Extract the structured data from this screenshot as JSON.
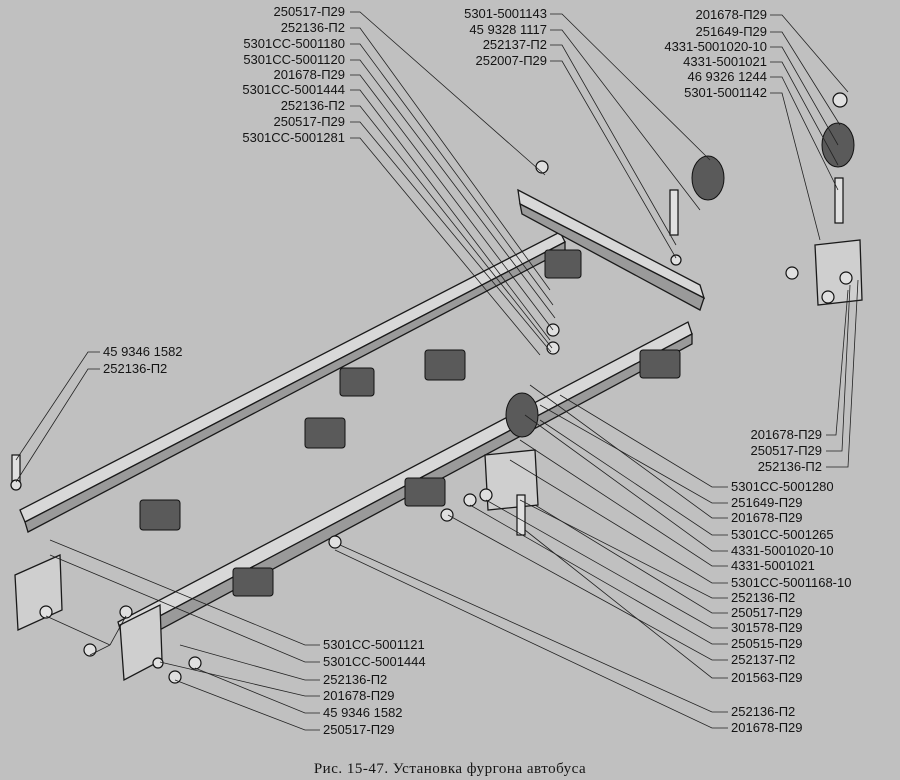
{
  "caption": "Рис. 15-47. Установка фургона автобуса",
  "callouts": {
    "top_left": [
      "250517-П29",
      "252136-П2",
      "5301СС-5001180",
      "5301СС-5001120",
      "201678-П29",
      "5301СС-5001444",
      "252136-П2",
      "250517-П29",
      "5301СС-5001281"
    ],
    "top_center": [
      "5301-5001143",
      "45 9328 1117",
      "252137-П2",
      "252007-П29"
    ],
    "top_right": [
      "201678-П29",
      "251649-П29",
      "4331-5001020-10",
      "4331-5001021",
      "46 9326 1244",
      "5301-5001142"
    ],
    "left": [
      "45 9346 1582",
      "252136-П2"
    ],
    "right_upper": [
      "201678-П29",
      "250517-П29",
      "252136-П2"
    ],
    "right_lower": [
      "5301СС-5001280",
      "251649-П29",
      "201678-П29",
      "5301СС-5001265",
      "4331-5001020-10",
      "4331-5001021",
      "5301СС-5001168-10",
      "252136-П2",
      "250517-П29",
      "301578-П29",
      "250515-П29",
      "252137-П2",
      "201563-П29",
      "252136-П2",
      "201678-П29"
    ],
    "bottom": [
      "5301СС-5001121",
      "5301СС-5001444",
      "252136-П2",
      "201678-П29",
      "45 9346 1582",
      "250517-П29"
    ]
  }
}
